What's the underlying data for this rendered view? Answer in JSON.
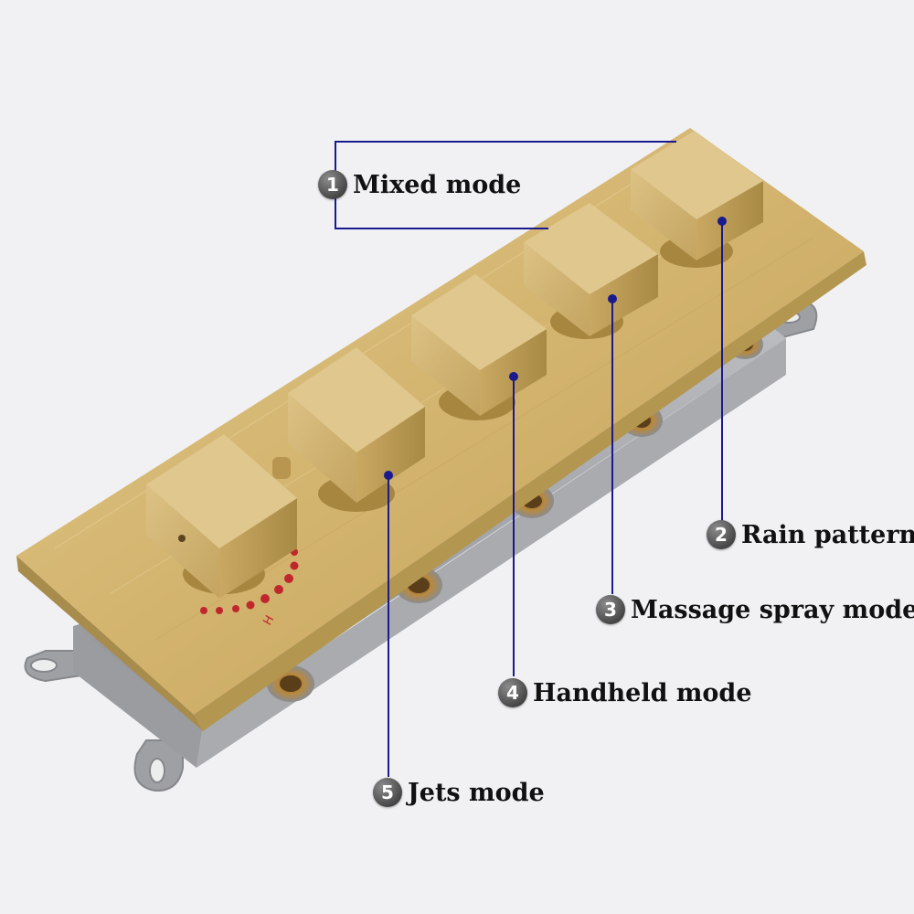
{
  "callouts": [
    {
      "num": "1",
      "text": "Mixed mode"
    },
    {
      "num": "2",
      "text": "Rain pattern"
    },
    {
      "num": "3",
      "text": "Massage spray mode"
    },
    {
      "num": "4",
      "text": "Handheld mode"
    },
    {
      "num": "5",
      "text": "Jets mode"
    }
  ],
  "panel_marking": "H",
  "colors": {
    "background": "#f1f1f3",
    "brass": "#d2b26b",
    "housing": "#a7a9ad",
    "callout_line": "#1a1a8f",
    "indicator_dots": "#c0272d"
  },
  "icons": [
    "number-badge-icon",
    "callout-dot-icon"
  ]
}
